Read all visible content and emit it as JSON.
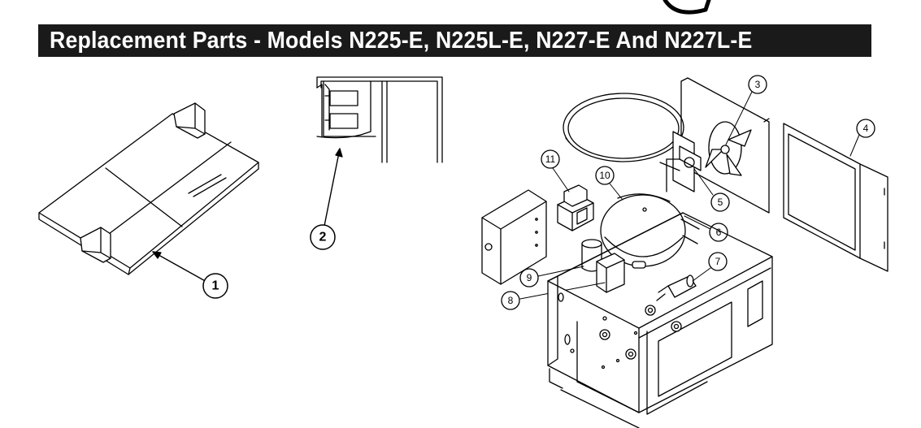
{
  "title": "Replacement Parts - Models N225-E, N225L-E, N227-E And N227L-E",
  "callouts": {
    "c1": "1",
    "c2": "2",
    "c3": "3",
    "c4": "4",
    "c5": "5",
    "c6": "6",
    "c7": "7",
    "c8": "8",
    "c9": "9",
    "c10": "10",
    "c11": "11"
  },
  "colors": {
    "title_bg": "#1a1a1a",
    "title_text": "#ffffff",
    "line": "#000000"
  }
}
